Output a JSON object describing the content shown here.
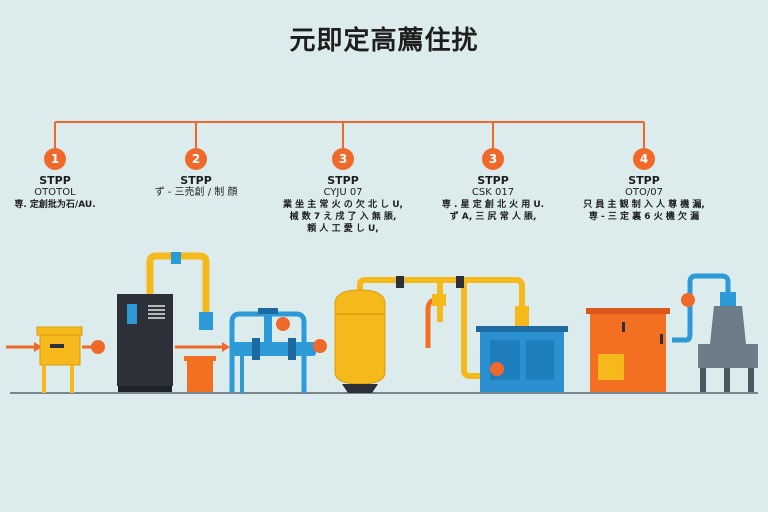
{
  "title": "元即定高薦住扰",
  "steps": [
    {
      "number": "1",
      "heading": "STPP",
      "subheading": "OTOTOL",
      "description": [
        "専. 定創批为石/AU."
      ]
    },
    {
      "number": "2",
      "heading": "STPP",
      "subheading": "ず - 三売創 / 制 顔",
      "description": []
    },
    {
      "number": "3",
      "heading": "STPP",
      "subheading": "CYJU 07",
      "description": [
        "業 坐 主 常 火 の 欠 北 し  U,",
        "械 数 7 え 戌  了 入 無 脹,",
        "頼 人 工 愛 し U,"
      ]
    },
    {
      "number": "3",
      "heading": "STPP",
      "subheading": "CSK 017",
      "description": [
        "専 . 星 定 創 北 火 用 U.",
        "ず A, 三 尻 常 人 脹,"
      ]
    },
    {
      "number": "4",
      "heading": "STPP",
      "subheading": "OTO/07",
      "description": [
        "只 員 主 観 制 入 人 尊 機 漏,",
        "専 - 三 定 裏 6 火 機 欠 漏"
      ]
    }
  ],
  "colors": {
    "background": "#dcecec",
    "accent": "#f0692a",
    "pipe_yellow": "#f6b91c",
    "pipe_blue": "#2c9ad6",
    "cabinet_dark": "#2d3038",
    "tank_blue": "#2a90d0",
    "furnace_orange": "#f36f21",
    "machine_gray": "#6c7c88"
  }
}
